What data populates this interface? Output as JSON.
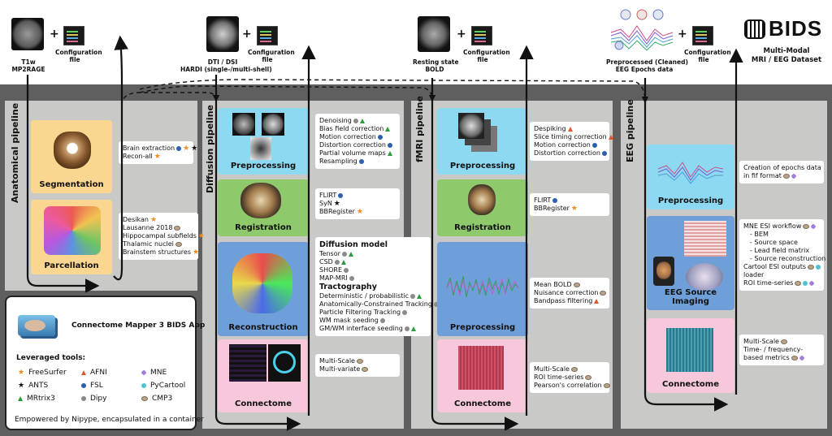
{
  "inputs": {
    "anat": {
      "label1": "T1w",
      "label2": "MP2RAGE"
    },
    "diff": {
      "label1": "DTI / DSI",
      "label2": "HARDI (single-/multi-shell)"
    },
    "fmri": {
      "label1": "Resting state",
      "label2": "BOLD"
    },
    "eeg": {
      "label1": "Preprocessed (Cleaned)",
      "label2": "EEG Epochs data"
    },
    "config1": "Configuration",
    "config2": "file",
    "bids": {
      "logo": "BIDS",
      "title1": "Multi-Modal",
      "title2": "MRI / EEG Dataset"
    }
  },
  "anatomical": {
    "title": "Anatomical pipeline",
    "segmentation": {
      "label": "Segmentation",
      "items": [
        {
          "text": "Brain extraction",
          "tools": [
            "fsl",
            "freesurfer",
            "ants"
          ]
        },
        {
          "text": "Recon-all",
          "tools": [
            "freesurfer"
          ]
        }
      ]
    },
    "parcellation": {
      "label": "Parcellation",
      "items": [
        {
          "text": "Desikan",
          "tools": [
            "freesurfer"
          ]
        },
        {
          "text": "Lausanne 2018",
          "tools": [
            "cmp3"
          ]
        },
        {
          "text": "Hippocampal subfields",
          "tools": [
            "freesurfer"
          ]
        },
        {
          "text": "Thalamic nuclei",
          "tools": [
            "cmp3"
          ]
        },
        {
          "text": "Brainstem structures",
          "tools": [
            "freesurfer"
          ]
        }
      ]
    }
  },
  "diffusion": {
    "title": "Diffusion pipeline",
    "preprocessing": {
      "label": "Preprocessing",
      "items": [
        {
          "text": "Denoising",
          "tools": [
            "dipy",
            "mrtrix"
          ]
        },
        {
          "text": "Bias field correction",
          "tools": [
            "mrtrix"
          ]
        },
        {
          "text": "Motion correction",
          "tools": [
            "fsl"
          ]
        },
        {
          "text": "Distortion correction",
          "tools": [
            "fsl"
          ]
        },
        {
          "text": "Partial volume maps",
          "tools": [
            "mrtrix"
          ]
        },
        {
          "text": "Resampling",
          "tools": [
            "fsl"
          ]
        }
      ]
    },
    "registration": {
      "label": "Registration",
      "items": [
        {
          "text": "FLIRT",
          "tools": [
            "fsl"
          ]
        },
        {
          "text": "SyN",
          "tools": [
            "ants"
          ]
        },
        {
          "text": "BBRegister",
          "tools": [
            "freesurfer"
          ]
        }
      ]
    },
    "reconstruction": {
      "label": "Reconstruction",
      "heading1": "Diffusion model",
      "model_items": [
        {
          "text": "Tensor",
          "tools": [
            "dipy",
            "mrtrix"
          ]
        },
        {
          "text": "CSD",
          "tools": [
            "dipy",
            "mrtrix"
          ]
        },
        {
          "text": "SHORE",
          "tools": [
            "dipy"
          ]
        },
        {
          "text": "MAP-MRI",
          "tools": [
            "dipy"
          ]
        }
      ],
      "heading2": "Tractography",
      "tract_items": [
        {
          "text": "Deterministic / probabilistic",
          "tools": [
            "dipy",
            "mrtrix"
          ]
        },
        {
          "text": "Anatomically-Constrained Tracking",
          "tools": [
            "dipy",
            "mrtrix"
          ]
        },
        {
          "text": "Particle Filtering Tracking",
          "tools": [
            "dipy"
          ]
        },
        {
          "text": "WM mask seeding",
          "tools": [
            "dipy"
          ]
        },
        {
          "text": "GM/WM interface seeding",
          "tools": [
            "dipy",
            "mrtrix"
          ]
        }
      ]
    },
    "connectome": {
      "label": "Connectome",
      "items": [
        {
          "text": "Multi-Scale",
          "tools": [
            "cmp3"
          ]
        },
        {
          "text": "Multi-variate",
          "tools": [
            "cmp3"
          ]
        }
      ]
    }
  },
  "fmri": {
    "title": "fMRI pipeline",
    "preprocessing1": {
      "label": "Preprocessing",
      "items": [
        {
          "text": "Despiking",
          "tools": [
            "afni"
          ]
        },
        {
          "text": "Slice timing correction",
          "tools": [
            "afni"
          ]
        },
        {
          "text": "Motion correction",
          "tools": [
            "fsl"
          ]
        },
        {
          "text": "Distortion correction",
          "tools": [
            "fsl"
          ]
        }
      ]
    },
    "registration": {
      "label": "Registration",
      "items": [
        {
          "text": "FLIRT",
          "tools": [
            "fsl"
          ]
        },
        {
          "text": "BBRegister",
          "tools": [
            "freesurfer"
          ]
        }
      ]
    },
    "preprocessing2": {
      "label": "Preprocessing",
      "items": [
        {
          "text": "Mean BOLD",
          "tools": [
            "cmp3"
          ]
        },
        {
          "text": "Nuisance correction",
          "tools": [
            "cmp3"
          ]
        },
        {
          "text": "Bandpass filtering",
          "tools": [
            "afni"
          ]
        }
      ]
    },
    "connectome": {
      "label": "Connectome",
      "items": [
        {
          "text": "Multi-Scale",
          "tools": [
            "cmp3"
          ]
        },
        {
          "text": "ROI time-series",
          "tools": [
            "cmp3"
          ]
        },
        {
          "text": "Pearson's correlation",
          "tools": [
            "cmp3"
          ]
        }
      ]
    }
  },
  "eeg": {
    "title": "EEG pipeline",
    "preprocessing": {
      "label": "Preprocessing",
      "items": [
        {
          "text": "Creation of epochs data",
          "tools": []
        },
        {
          "text": "in fif format",
          "tools": [
            "cmp3",
            "mne"
          ]
        }
      ]
    },
    "source": {
      "label": "EEG Source Imaging",
      "items": [
        {
          "text": "MNE ESI workflow",
          "tools": [
            "cmp3",
            "mne"
          ],
          "indent": false
        },
        {
          "text": "- BEM",
          "tools": [],
          "indent": true
        },
        {
          "text": "- Source space",
          "tools": [],
          "indent": true
        },
        {
          "text": "- Lead field matrix",
          "tools": [],
          "indent": true
        },
        {
          "text": "- Source reconstruction",
          "tools": [],
          "indent": true
        },
        {
          "text": "Cartool ESI outputs",
          "tools": [
            "cmp3",
            "pycartool"
          ],
          "indent": false
        },
        {
          "text": "loader",
          "tools": [],
          "indent": false
        },
        {
          "text": "ROI time-series",
          "tools": [
            "cmp3",
            "pycartool",
            "mne"
          ],
          "indent": false
        }
      ]
    },
    "connectome": {
      "label": "Connectome",
      "items": [
        {
          "text": "Multi-Scale",
          "tools": [
            "cmp3"
          ]
        },
        {
          "text": "Time- / frequency-",
          "tools": []
        },
        {
          "text": "based metrics",
          "tools": [
            "cmp3",
            "mne"
          ]
        }
      ]
    }
  },
  "legend": {
    "app_title": "Connectome Mapper 3 BIDS App",
    "tools_title": "Leveraged tools:",
    "footer": "Empowered by Nipype, encapsulated in a container",
    "tools": [
      {
        "key": "freesurfer",
        "label": "FreeSurfer"
      },
      {
        "key": "afni",
        "label": "AFNI"
      },
      {
        "key": "mne",
        "label": "MNE"
      },
      {
        "key": "ants",
        "label": "ANTS"
      },
      {
        "key": "fsl",
        "label": "FSL"
      },
      {
        "key": "pycartool",
        "label": "PyCartool"
      },
      {
        "key": "mrtrix",
        "label": "MRtrix3"
      },
      {
        "key": "dipy",
        "label": "Dipy"
      },
      {
        "key": "cmp3",
        "label": "CMP3"
      }
    ]
  },
  "colors": {
    "freesurfer": "#f08a1c",
    "ants": "#111111",
    "mrtrix": "#2e9a3e",
    "afni": "#e8542b",
    "fsl": "#2d5fb0",
    "dipy": "#8a8a8a",
    "mne": "#9f7fd9",
    "pycartool": "#4fc3d6",
    "cmp3": "#9a8468"
  }
}
